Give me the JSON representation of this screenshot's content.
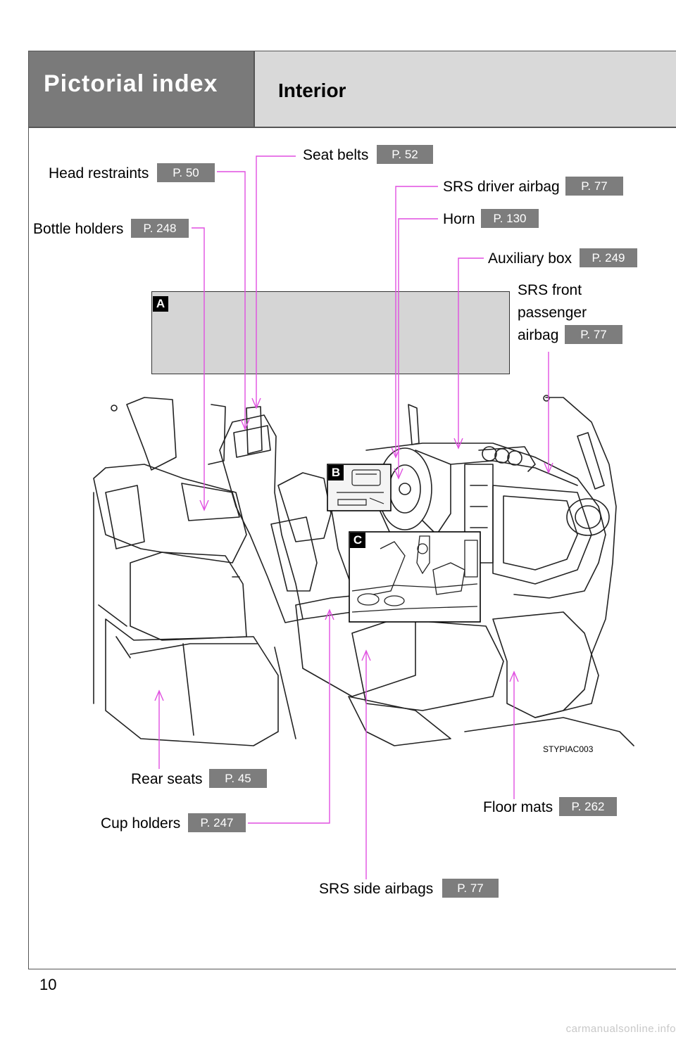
{
  "header": {
    "section": "Pictorial index",
    "subsection": "Interior"
  },
  "labels": {
    "seat_belts": {
      "text": "Seat belts",
      "page": "P. 52"
    },
    "head_restraints": {
      "text": "Head restraints",
      "page": "P. 50"
    },
    "srs_driver_airbag": {
      "text": "SRS driver airbag",
      "page": "P. 77"
    },
    "horn": {
      "text": "Horn",
      "page": "P. 130"
    },
    "bottle_holders": {
      "text": "Bottle holders",
      "page": "P. 248"
    },
    "auxiliary_box": {
      "text": "Auxiliary box",
      "page": "P. 249"
    },
    "srs_front_passenger_airbag": {
      "line1": "SRS front",
      "line2": "passenger",
      "line3": "airbag",
      "page": "P. 77"
    },
    "rear_seats": {
      "text": "Rear seats",
      "page": "P. 45"
    },
    "cup_holders": {
      "text": "Cup holders",
      "page": "P. 247"
    },
    "floor_mats": {
      "text": "Floor mats",
      "page": "P. 262"
    },
    "srs_side_airbags": {
      "text": "SRS side airbags",
      "page": "P. 77"
    }
  },
  "insets": {
    "a": "A",
    "b": "B",
    "c": "C"
  },
  "figure_code": "STYPIAC003",
  "page_number": "10",
  "footer": "carmanualsonline.info",
  "colors": {
    "header_dark": "#7a7a7a",
    "header_light": "#d9d9d9",
    "page_badge": "#7d7d7d",
    "leader_line": "#e04fe0"
  }
}
